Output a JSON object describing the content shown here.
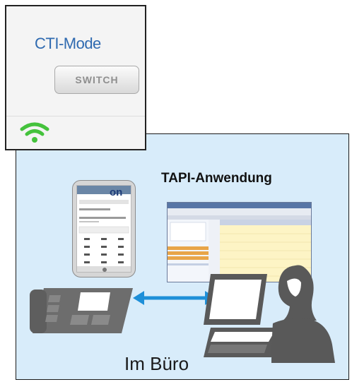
{
  "zoom": {
    "cti_mode_label": "CTI-Mode",
    "switch_label": "SWITCH",
    "status_icon": "wifi-icon",
    "status_color": "#44c23c"
  },
  "diagram": {
    "application_label": "TAPI-Anwendung",
    "location_label": "Im Büro",
    "panel_color": "#d8ecfa",
    "arrow_color": "#1e8fd8"
  },
  "phone_device": {
    "logo": "on"
  }
}
